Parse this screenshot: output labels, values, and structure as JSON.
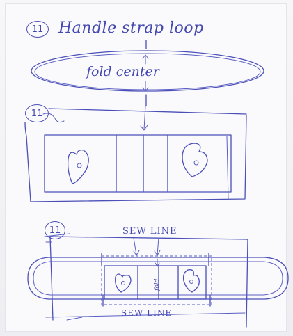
{
  "step_numbers": {
    "top": "11",
    "middle": "11",
    "bottom": "11"
  },
  "labels": {
    "title": "Handle strap loop",
    "fold_center": "fold center",
    "sew_line_top": "SEW LINE",
    "sew_line_bottom": "SEW LINE",
    "fold_vertical": "fold"
  },
  "colors": {
    "ink": "#4b4fb8",
    "paper": "#fafafc"
  }
}
